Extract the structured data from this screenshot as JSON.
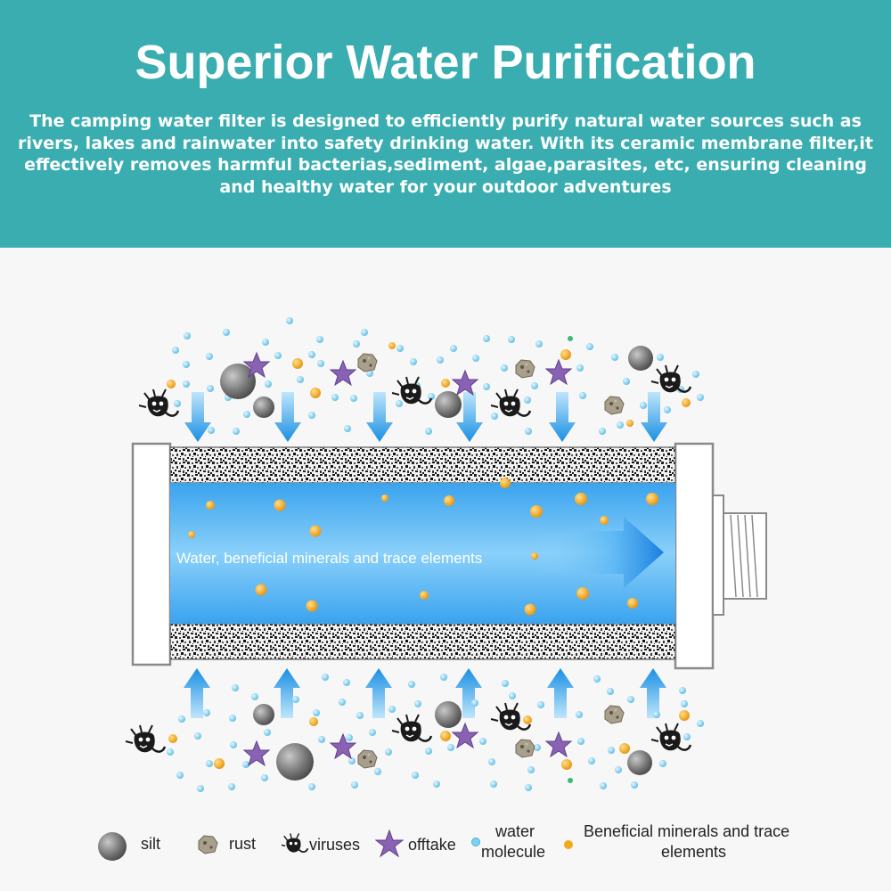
{
  "header": {
    "title": "Superior Water Purification",
    "description": "The camping water filter is designed to efficiently purify natural water sources such as rivers, lakes and rainwater into safety drinking water. With its ceramic membrane filter,it effectively removes harmful bacterias,sediment, algae,parasites, etc, ensuring cleaning and healthy water for your outdoor adventures"
  },
  "diagram": {
    "flow_label": "Water, beneficial minerals and trace elements"
  },
  "legend": {
    "silt": "silt",
    "rust": "rust",
    "viruses": "viruses",
    "offtake": "offtake",
    "water_molecule_1": "water",
    "water_molecule_2": "molecule",
    "minerals_1": "Beneficial minerals and trace",
    "minerals_2": "elements"
  },
  "colors": {
    "banner": "#3aadb0",
    "water_flow": "#3aa3ee",
    "arrow": "#1e90e0",
    "water_molecule": "#7fd0ec",
    "mineral": "#f4a81c",
    "silt": "#7a7a7a",
    "offtake": "#8a62b4"
  }
}
